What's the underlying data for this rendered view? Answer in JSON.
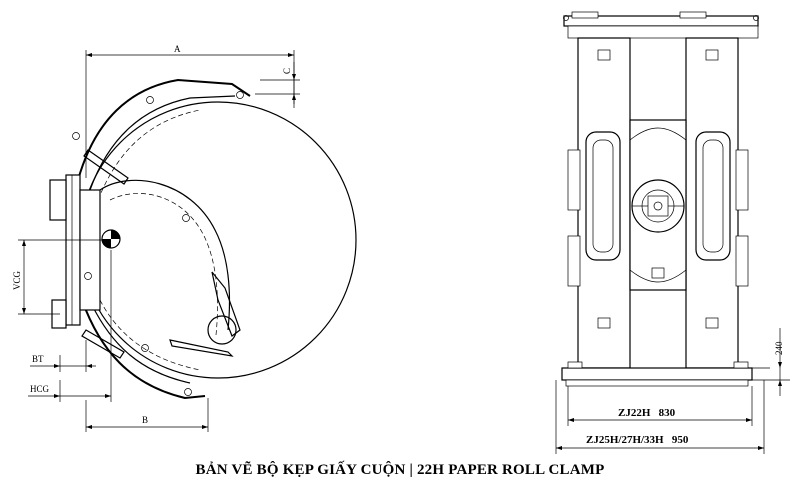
{
  "side_view": {
    "dim_a": "A",
    "dim_b": "B",
    "dim_c": "C",
    "dim_vcg": "VCG",
    "dim_bt": "BT",
    "dim_hcg": "HCG"
  },
  "front_view": {
    "dim_240": "240",
    "width_22h": "ZJ22H   830",
    "width_large": "ZJ25H/27H/33H   950"
  },
  "caption": "BẢN VẼ BỘ KẸP GIẤY CUỘN | 22H PAPER ROLL CLAMP"
}
